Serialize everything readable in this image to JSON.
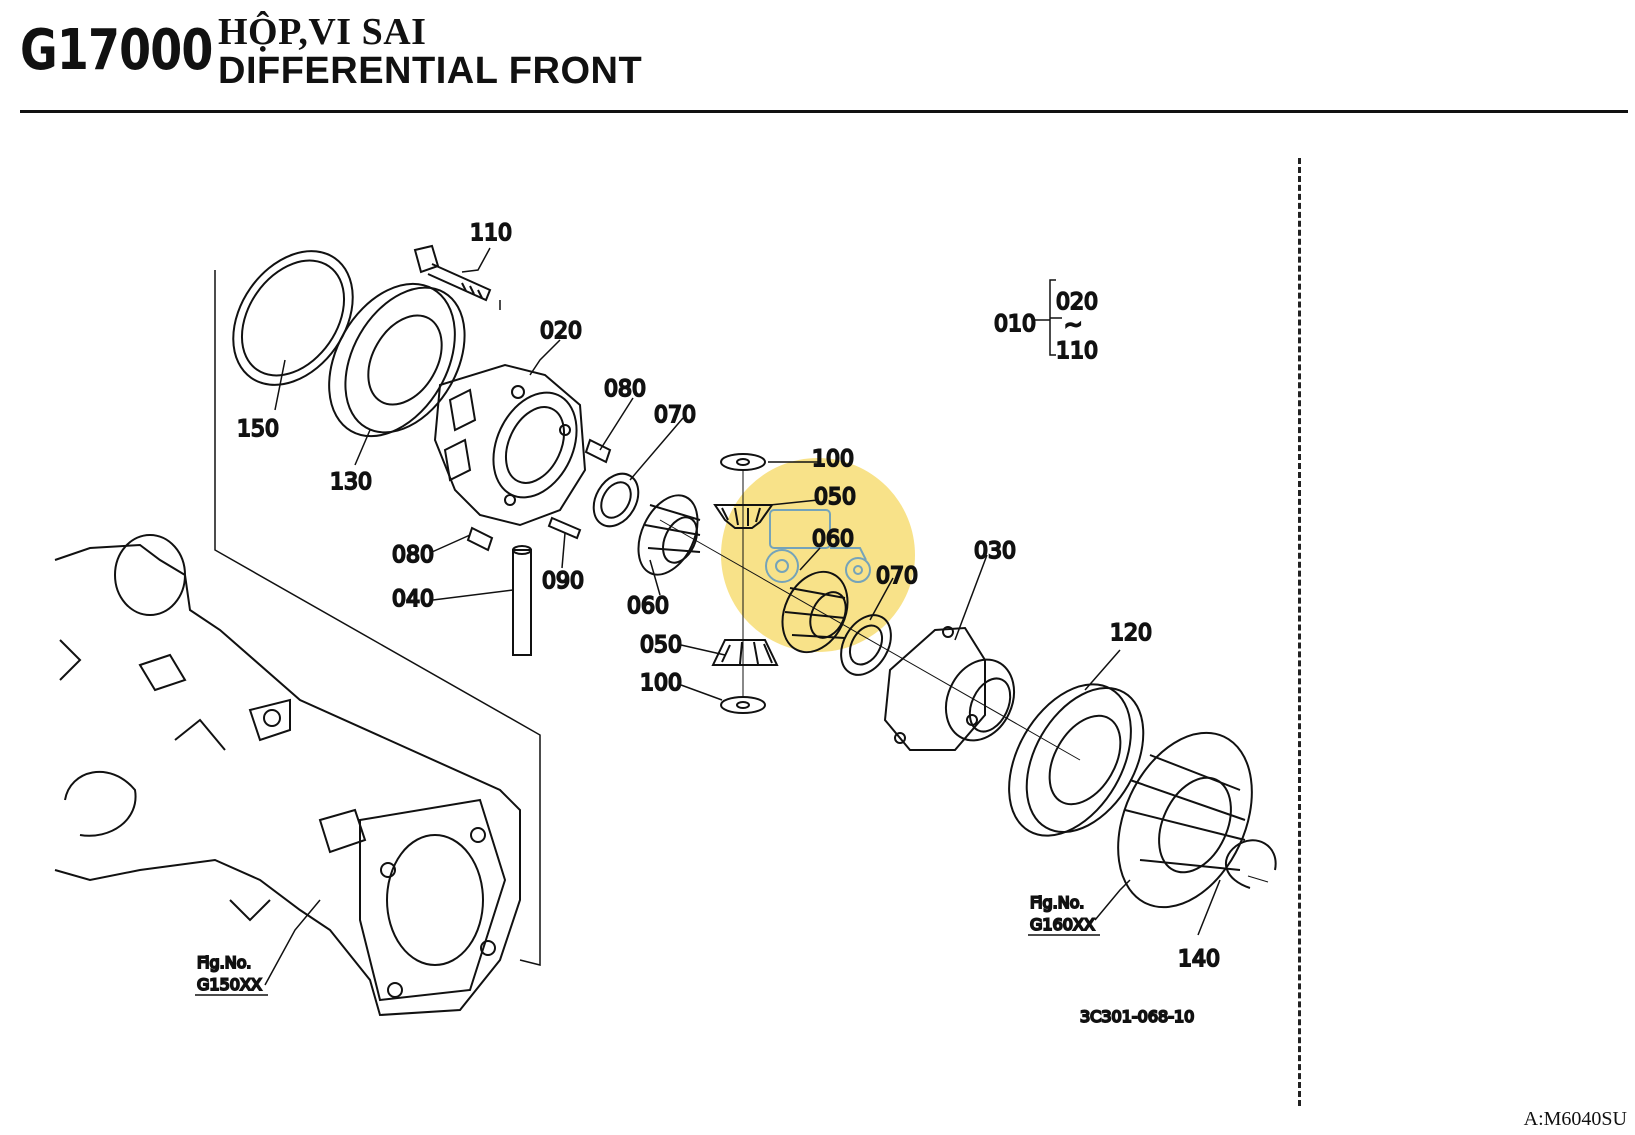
{
  "header": {
    "code": "G17000",
    "title_vn": "HỘP,VI SAI",
    "title_en": "DIFFERENTIAL FRONT"
  },
  "assembly": {
    "parent": "010",
    "range_start": "020",
    "range_sep": "~",
    "range_end": "110"
  },
  "parts": [
    {
      "ref": "110"
    },
    {
      "ref": "020"
    },
    {
      "ref": "150"
    },
    {
      "ref": "130"
    },
    {
      "ref": "080"
    },
    {
      "ref": "070"
    },
    {
      "ref": "100"
    },
    {
      "ref": "050"
    },
    {
      "ref": "060"
    },
    {
      "ref": "070"
    },
    {
      "ref": "030"
    },
    {
      "ref": "080"
    },
    {
      "ref": "090"
    },
    {
      "ref": "040"
    },
    {
      "ref": "060"
    },
    {
      "ref": "050"
    },
    {
      "ref": "100"
    },
    {
      "ref": "120"
    },
    {
      "ref": "140"
    }
  ],
  "fig_refs": [
    {
      "caption": "Fig.No.",
      "code": "G150XX"
    },
    {
      "caption": "Fig.No.",
      "code": "G160XX"
    }
  ],
  "drawing_number": "3C301-068-10",
  "footer": "A:M6040SU",
  "watermark_color": "#f7dd74"
}
